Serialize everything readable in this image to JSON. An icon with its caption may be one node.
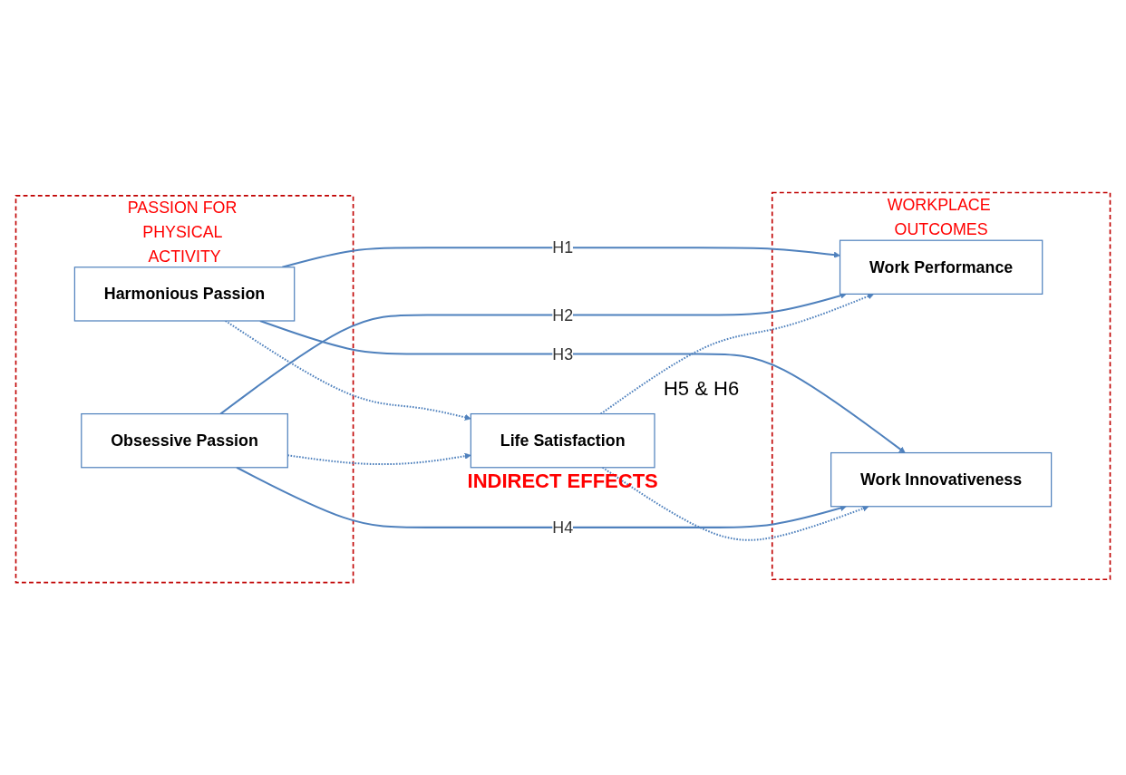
{
  "diagram": {
    "nodes": [
      {
        "text": [
          "PASSION FOR PHYSICAL ACTIVITY"
        ]
      },
      {
        "text": [
          "Harmonious Passion"
        ],
        "in": 0
      },
      {
        "text": [
          "Obsessive Passion"
        ],
        "in": 0
      },
      {
        "text": [
          "WORKPLACE OUTCOMES"
        ]
      },
      {
        "text": [
          "Work Performance"
        ],
        "in": 3
      },
      {
        "text": [
          "Work Innovativeness"
        ],
        "in": 3
      },
      {
        "text": [
          "Life Satisfaction"
        ],
        "beside": [
          "INDIRECT EFFECTS"
        ]
      }
    ],
    "edges": [
      {
        "from": 1,
        "to": 4,
        "arrow": "to",
        "label": "H1"
      },
      {
        "from": 1,
        "to": 5,
        "arrow": "to",
        "label": "H3"
      },
      {
        "from": 2,
        "to": 4,
        "arrow": "to",
        "label": "H2"
      },
      {
        "from": 2,
        "to": 5,
        "arrow": "to",
        "label": "H4"
      },
      {
        "from": 1,
        "to": 6,
        "arrow": "to",
        "style": "dashed"
      },
      {
        "from": 2,
        "to": 6,
        "arrow": "to",
        "style": "dashed"
      },
      {
        "from": 6,
        "to": 4,
        "arrow": "to",
        "style": "dashed"
      },
      {
        "from": 6,
        "to": 5,
        "arrow": "to",
        "style": "dashed"
      }
    ],
    "labels": [
      "H5 & H6"
    ]
  }
}
